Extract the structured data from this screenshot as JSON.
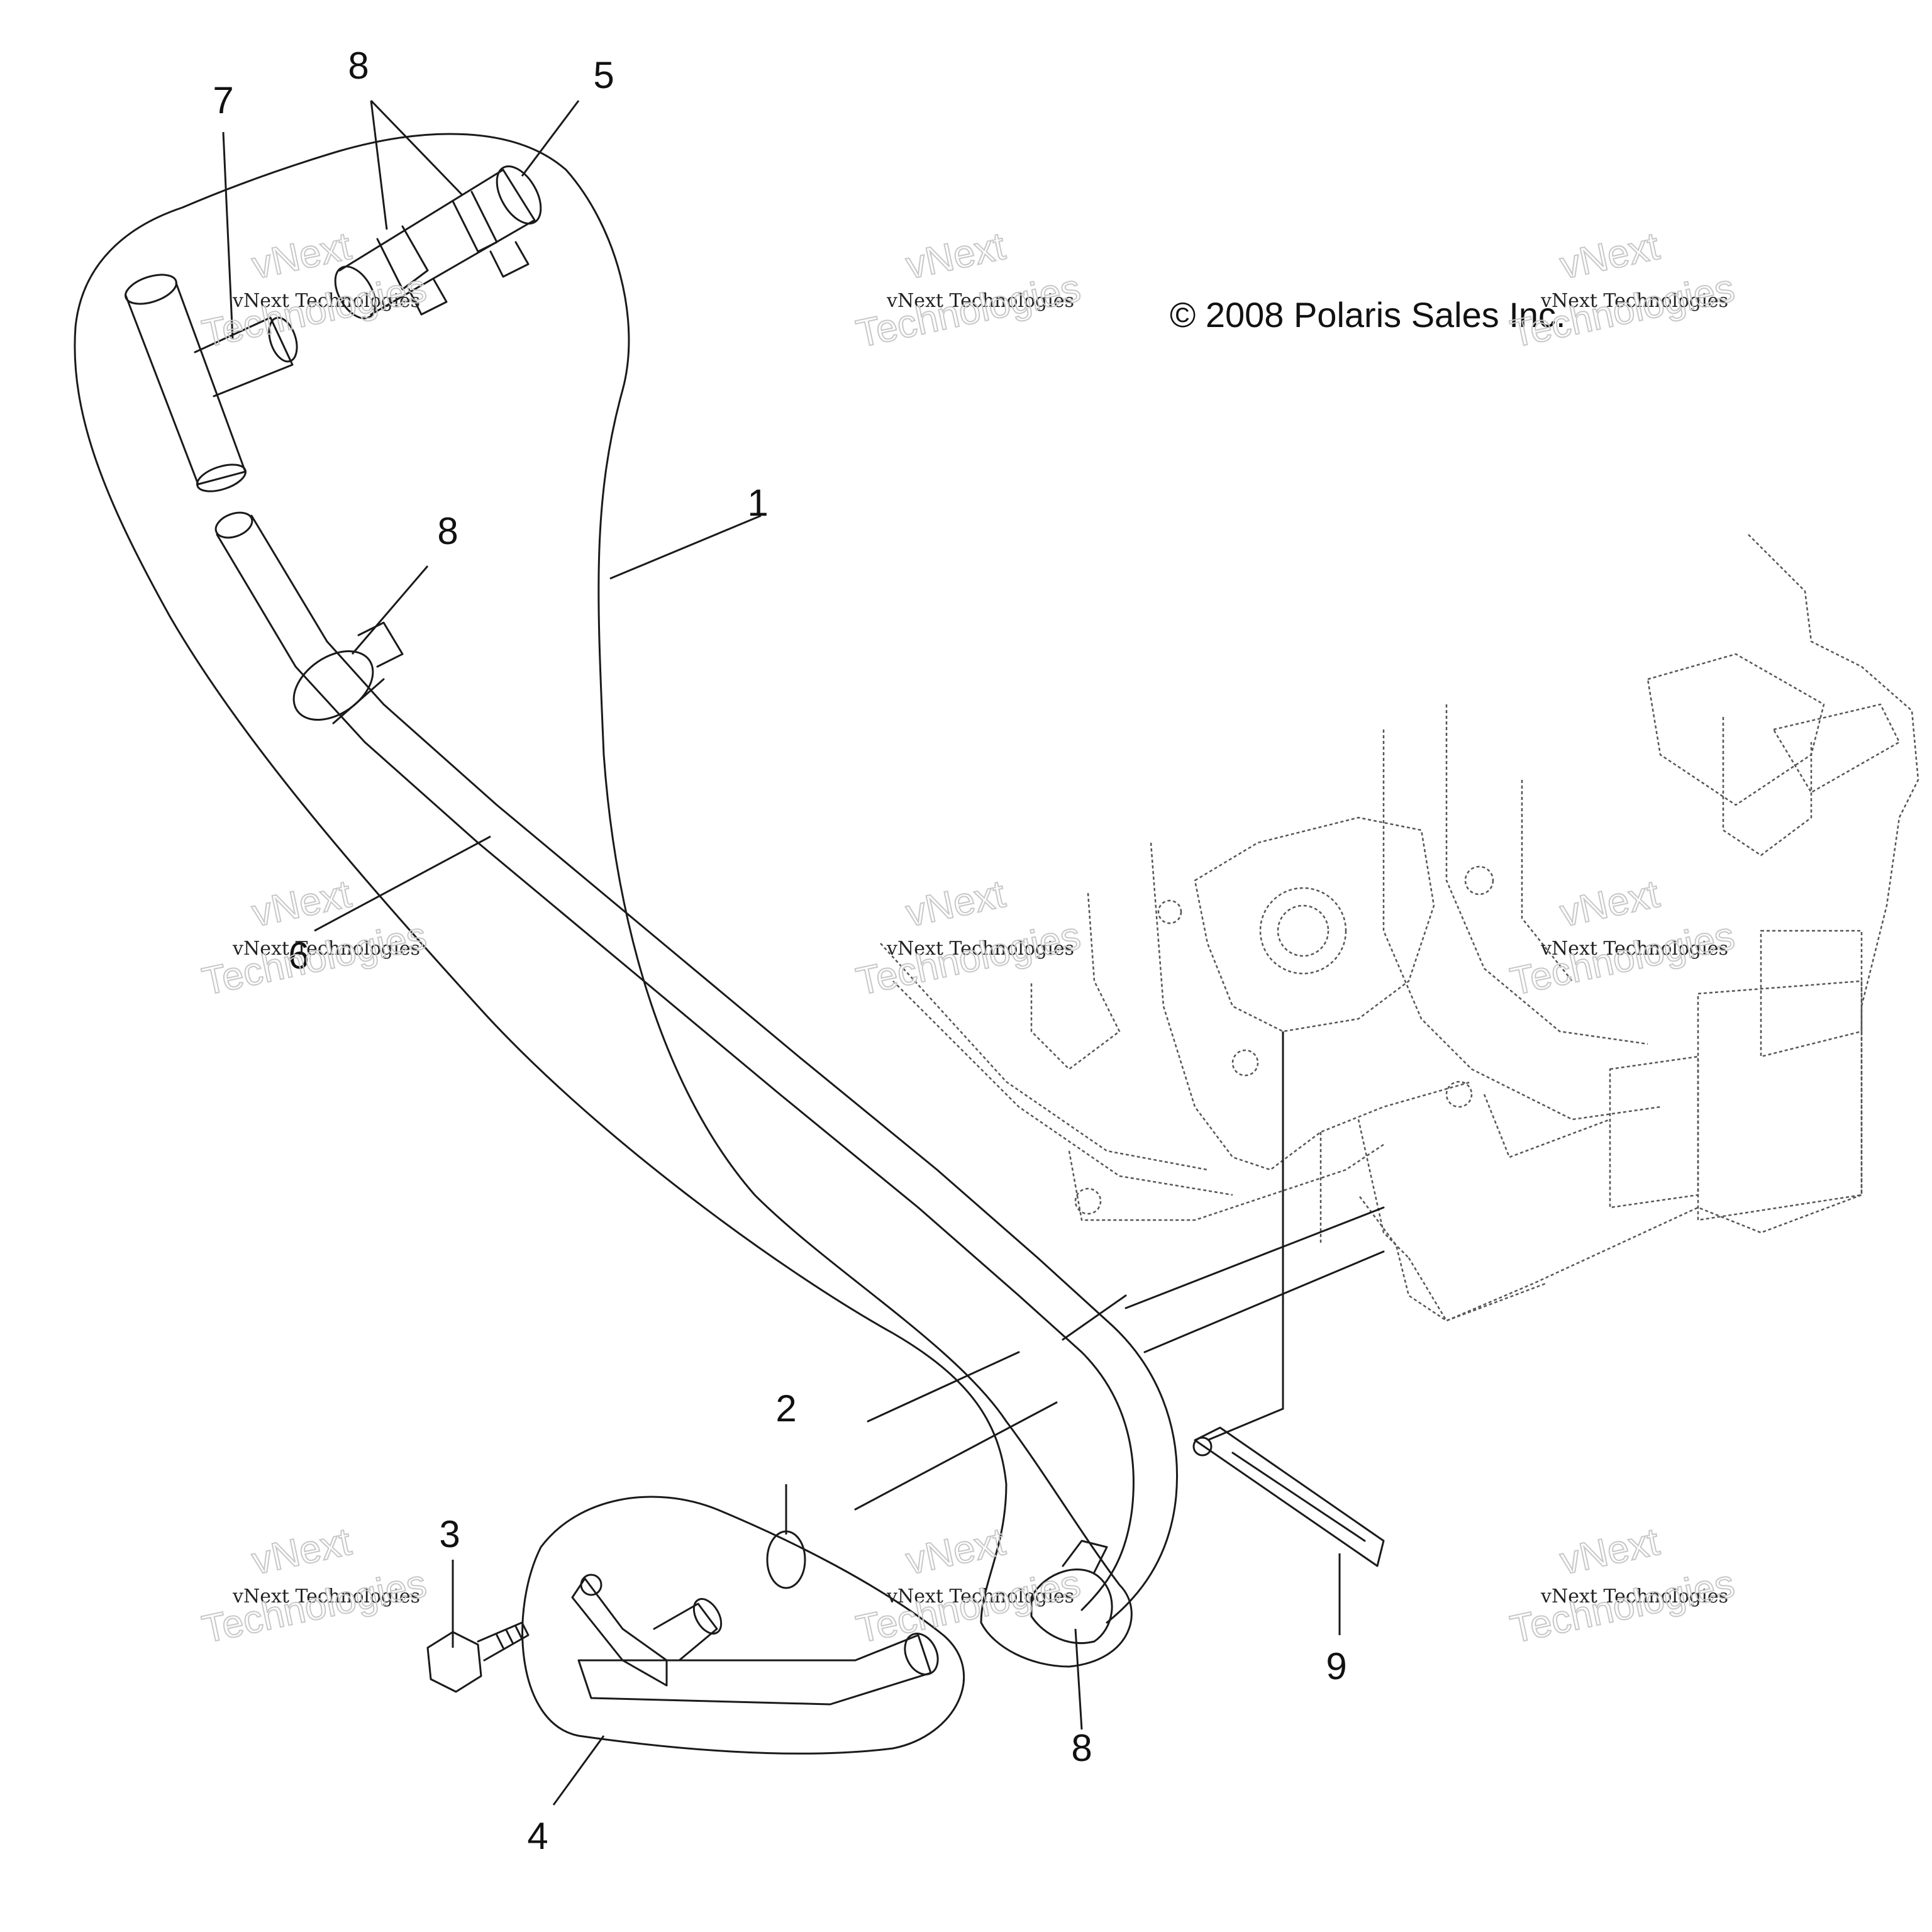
{
  "copyright": "© 2008 Polaris Sales Inc.",
  "callouts": [
    "1",
    "2",
    "3",
    "4",
    "5",
    "6",
    "7",
    "8",
    "8",
    "8",
    "9"
  ],
  "watermark": {
    "line1": "vNext",
    "line2": "vNext Technologies",
    "line3": "Technologies"
  }
}
